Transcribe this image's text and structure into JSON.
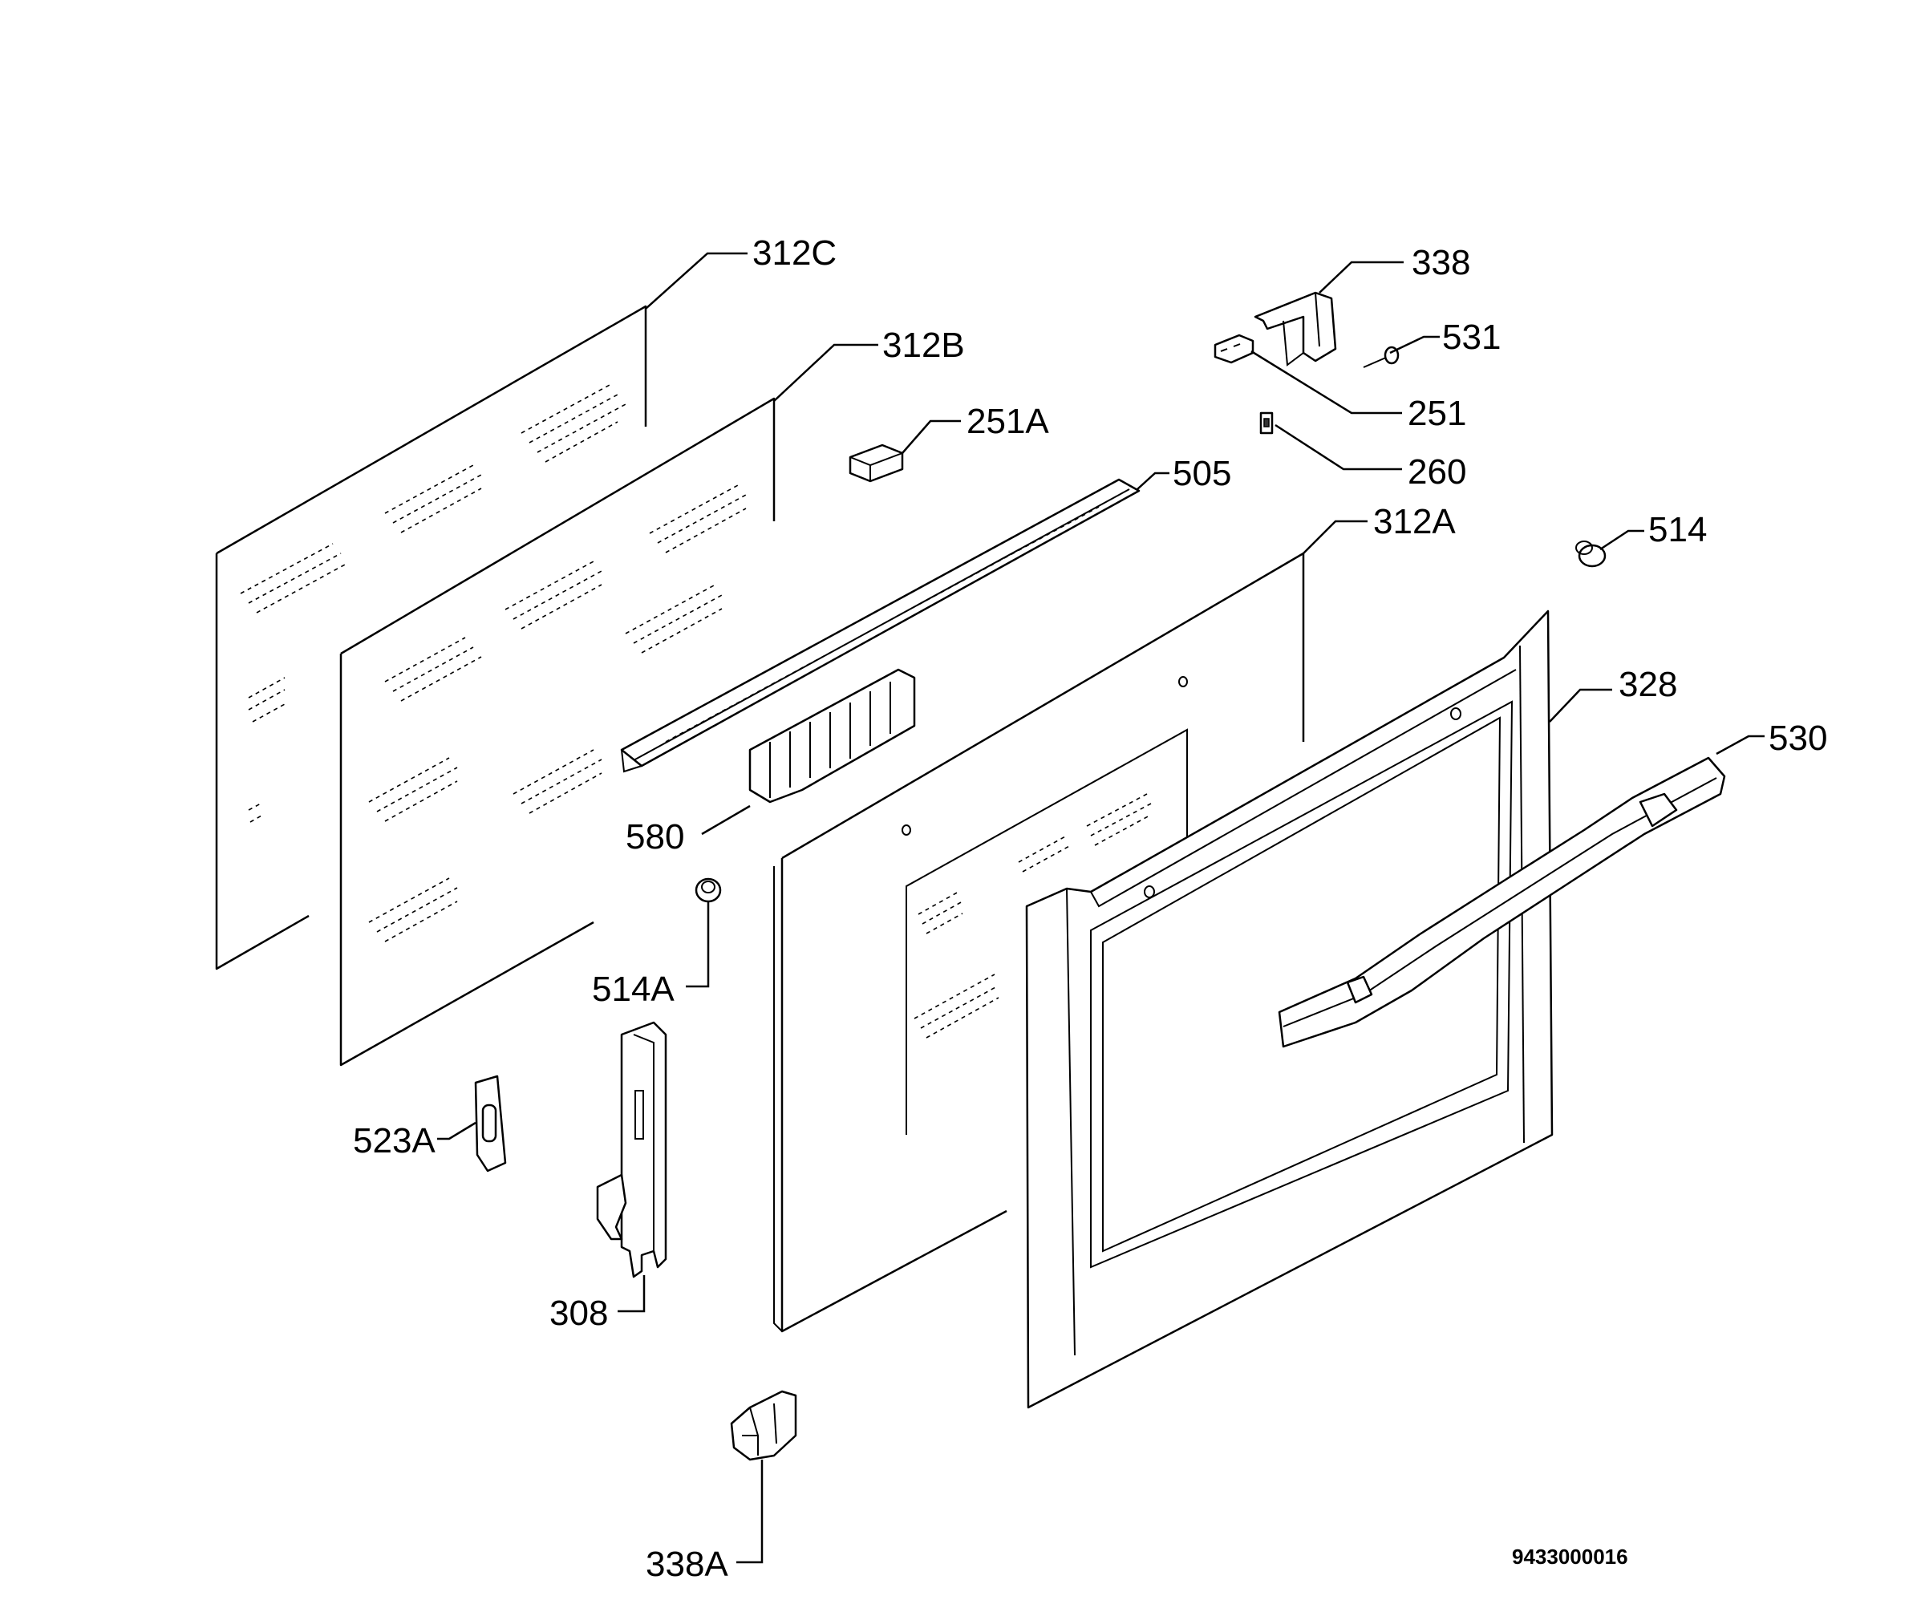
{
  "labels": {
    "p312C": "312C",
    "p312B": "312B",
    "p251A": "251A",
    "p338": "338",
    "p531": "531",
    "p251": "251",
    "p260": "260",
    "p505": "505",
    "p312A": "312A",
    "p514": "514",
    "p328": "328",
    "p530": "530",
    "p580": "580",
    "p514A": "514A",
    "p523A": "523A",
    "p308": "308",
    "p338A": "338A"
  },
  "drawing_code": "9433000016"
}
